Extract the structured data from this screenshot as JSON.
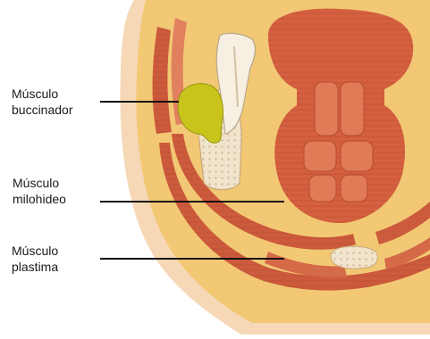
{
  "labels": {
    "buccinador": "Músculo\nbuccinador",
    "milohideo": "Músculo\nmilohideo",
    "plastima": "Músculo\nplastima"
  },
  "colors": {
    "background": "#ffffff",
    "skin": "#f6d8b6",
    "fat": "#f2c874",
    "muscle": "#cc5a3c",
    "muscle_light": "#e0805e",
    "bone": "#f1e4cc",
    "gland": "#c9c41c",
    "leader_line": "#111111",
    "text": "#1a1a1a"
  }
}
